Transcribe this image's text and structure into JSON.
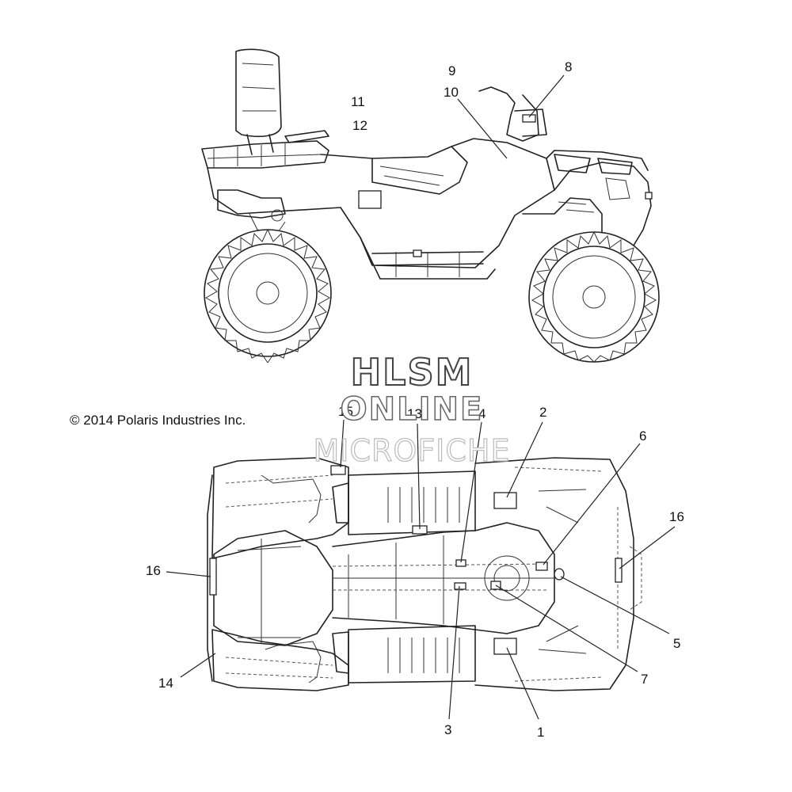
{
  "copyright": "© 2014 Polaris Industries Inc.",
  "watermark": {
    "line1": "HLSM",
    "line2": "ONLINE",
    "line3": "MICROFICHE"
  },
  "callouts": {
    "c1": "1",
    "c2": "2",
    "c3": "3",
    "c4": "4",
    "c5": "5",
    "c6": "6",
    "c7": "7",
    "c8": "8",
    "c9": "9",
    "c10": "10",
    "c11": "11",
    "c12": "12",
    "c13": "13",
    "c14": "14",
    "c15": "15",
    "c16_right": "16",
    "c16_left": "16"
  },
  "colors": {
    "line": "#222222",
    "background": "#ffffff"
  }
}
